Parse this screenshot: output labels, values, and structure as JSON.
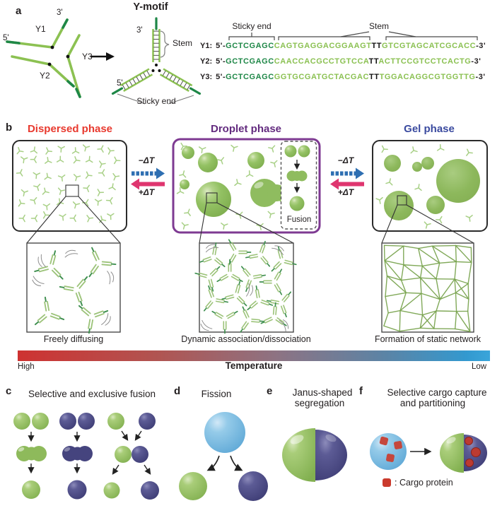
{
  "panel_a": {
    "label": "a",
    "motif_title": "Y-motif",
    "labels": {
      "y1": "Y1",
      "y2": "Y2",
      "y3": "Y3",
      "five_prime": "5'",
      "three_prime": "3'",
      "stem": "Stem",
      "sticky_end": "Sticky end"
    },
    "sequence_annotations": {
      "sticky_end": "Sticky end",
      "stem": "Stem"
    },
    "sequences": [
      {
        "name": "Y1:",
        "prefix": "5'-",
        "sticky_end": "GCTCGAGC",
        "stem_a": "CAGTGAGGACGGAAGT",
        "linker": "TT",
        "stem_b": "GTCGTAGCATCGCACC",
        "suffix": "-3'"
      },
      {
        "name": "Y2:",
        "prefix": "5'-",
        "sticky_end": "GCTCGAGC",
        "stem_a": "CAACCACGCCTGTCCA",
        "linker": "TT",
        "stem_b": "ACTTCCGTCCTCACTG",
        "suffix": "-3'"
      },
      {
        "name": "Y3:",
        "prefix": "5'-",
        "sticky_end": "GCTCGAGC",
        "stem_a": "GGTGCGATGCTACGAC",
        "linker": "TT",
        "stem_b": "TGGACAGGCGTGGTTG",
        "suffix": "-3'"
      }
    ]
  },
  "panel_b": {
    "label": "b",
    "phase_titles": {
      "dispersed": "Dispersed phase",
      "droplet": "Droplet phase",
      "gel": "Gel phase"
    },
    "transition_labels": {
      "cool": "−ΔT",
      "heat": "+ΔT"
    },
    "fusion_label": "Fusion",
    "zoom_captions": {
      "dispersed": "Freely diffusing",
      "droplet": "Dynamic association/dissociation",
      "gel": "Formation of static network"
    },
    "temperature_bar": {
      "title": "Temperature",
      "left": "High",
      "right": "Low"
    }
  },
  "panel_c": {
    "label": "c",
    "title": "Selective and exclusive fusion"
  },
  "panel_d": {
    "label": "d",
    "title": "Fission"
  },
  "panel_e": {
    "label": "e",
    "title_line1": "Janus-shaped",
    "title_line2": "segregation"
  },
  "panel_f": {
    "label": "f",
    "title_line1": "Selective cargo capture",
    "title_line2": "and partitioning",
    "legend_text": ": Cargo protein"
  },
  "colors": {
    "sticky_end_green": "#1e8747",
    "stem_green": "#8bc152",
    "dispersed_red": "#e8392e",
    "droplet_purple": "#632b7f",
    "gel_blue": "#3a4a9f",
    "cool_arrow_blue": "#2e6fb2",
    "heat_arrow_pink": "#df356f",
    "droplet_fill_green": "#8fbc5f",
    "vesicle_navy": "#45447e",
    "vesicle_blue": "#6fb5dd",
    "cargo_red": "#c5362b",
    "temp_high": "#ce3231",
    "temp_low": "#35a0d6"
  }
}
